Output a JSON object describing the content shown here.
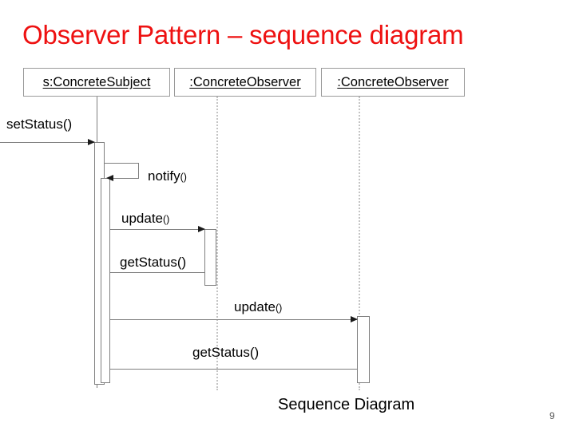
{
  "slide": {
    "title": "Observer Pattern – sequence diagram",
    "title_color": "#ee1111",
    "caption": "Sequence Diagram",
    "page_number": "9",
    "background_color": "#ffffff",
    "line_color": "#7f7f7f",
    "dashed_lifeline_color": "#c4c4c4"
  },
  "participants": [
    {
      "label": "s:ConcreteSubject",
      "lifeline_style": "solid"
    },
    {
      "label": ":ConcreteObserver",
      "lifeline_style": "dashed"
    },
    {
      "label": ":ConcreteObserver",
      "lifeline_style": "dashed"
    }
  ],
  "messages": [
    {
      "label": "setStatus",
      "parens": "()",
      "from": "actor-edge",
      "to": "s:ConcreteSubject",
      "arrow": "filled",
      "direction": "right"
    },
    {
      "label": "notify",
      "parens": "()",
      "from": "s:ConcreteSubject",
      "to": "s:ConcreteSubject",
      "arrow": "filled",
      "direction": "self"
    },
    {
      "label": "update",
      "parens": "()",
      "from": "s:ConcreteSubject",
      "to": ":ConcreteObserver-1",
      "arrow": "filled",
      "direction": "right"
    },
    {
      "label": "getStatus()",
      "parens": "",
      "from": ":ConcreteObserver-1",
      "to": "s:ConcreteSubject",
      "arrow": "none",
      "direction": "left"
    },
    {
      "label": "update",
      "parens": "()",
      "from": "s:ConcreteSubject",
      "to": ":ConcreteObserver-2",
      "arrow": "filled",
      "direction": "right"
    },
    {
      "label": "getStatus()",
      "parens": "",
      "from": ":ConcreteObserver-2",
      "to": "s:ConcreteSubject",
      "arrow": "none",
      "direction": "left"
    }
  ]
}
